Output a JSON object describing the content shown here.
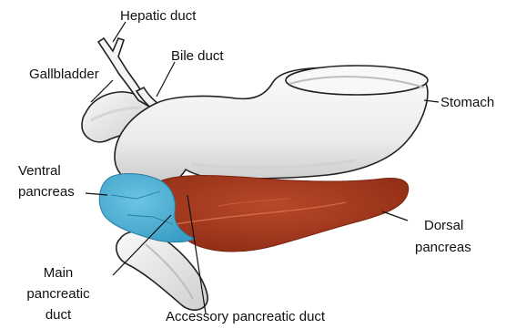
{
  "labels": {
    "hepatic_duct": "Hepatic duct",
    "bile_duct": "Bile duct",
    "gallbladder": "Gallbladder",
    "stomach": "Stomach",
    "ventral_pancreas_line1": "Ventral",
    "ventral_pancreas_line2": "pancreas",
    "dorsal_pancreas_line1": "Dorsal",
    "dorsal_pancreas_line2": "pancreas",
    "main_duct_line1": "Main",
    "main_duct_line2": "pancreatic",
    "main_duct_line3": "duct",
    "accessory_duct": "Accessory pancreatic duct"
  },
  "colors": {
    "ventral_pancreas": "#4fb4d8",
    "dorsal_pancreas": "#a8391c",
    "organ_fill": "#f2f2f2",
    "organ_shade": "#cfcfcf",
    "outline": "#222222"
  }
}
